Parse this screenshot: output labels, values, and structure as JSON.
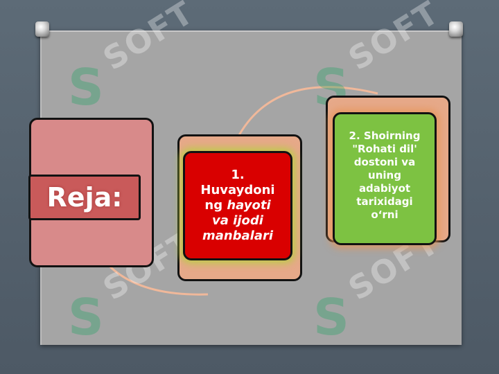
{
  "slide": {
    "reja_title": "Reja:",
    "card1": {
      "number": "1.",
      "line1": "Huvaydoni",
      "line2_plain": "ng ",
      "line2_italic": "hayoti",
      "line3": "va ijodi",
      "line4": "manbalari"
    },
    "card2": {
      "line1": "2. Shoirning",
      "line2": "\"Rohati dil'",
      "line3": "dostoni va",
      "line4": "uning",
      "line5": "adabiyot",
      "line6": "tarixidagi",
      "line7": "o‘rni"
    }
  },
  "watermark": {
    "text": "SOFT"
  },
  "colors": {
    "background": "#56636f",
    "board": "#a5a5a5",
    "reja_box": "#d88a8a",
    "reja_label": "#c95a5a",
    "card1": "#d90000",
    "card2": "#7dc242",
    "card_back": "#e6a989",
    "arc": "#f0b89a"
  }
}
